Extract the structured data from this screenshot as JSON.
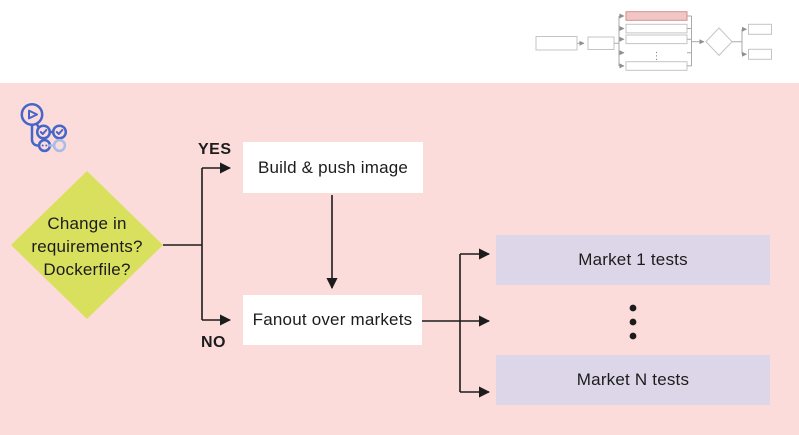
{
  "colors": {
    "bg_top": "#ffffff",
    "bg_main": "#fcdcdb",
    "diamond": "#d9e05e",
    "node_white": "#ffffff",
    "node_lavender": "#ddd6e8",
    "ink": "#1c1c1c",
    "icon_blue": "#4566c8",
    "icon_blue_light": "#a9bce8",
    "minimap_border": "#c4c4c4",
    "minimap_line": "#aaaaaa",
    "minimap_highlight_fill": "#f3c6c6",
    "minimap_highlight_border": "#d38e8e"
  },
  "flowchart": {
    "decision": {
      "lines": [
        "Change in",
        "requirements?",
        "Dockerfile?"
      ]
    },
    "yes_label": "YES",
    "no_label": "NO",
    "nodes": {
      "build_push": {
        "label": "Build & push image"
      },
      "fanout": {
        "label": "Fanout over markets"
      },
      "market_1": {
        "label": "Market 1 tests"
      },
      "market_n": {
        "label": "Market N tests"
      }
    }
  },
  "icons": {
    "workflow_logo": "github-actions-icon",
    "minimap_ellipsis": "⋮"
  }
}
